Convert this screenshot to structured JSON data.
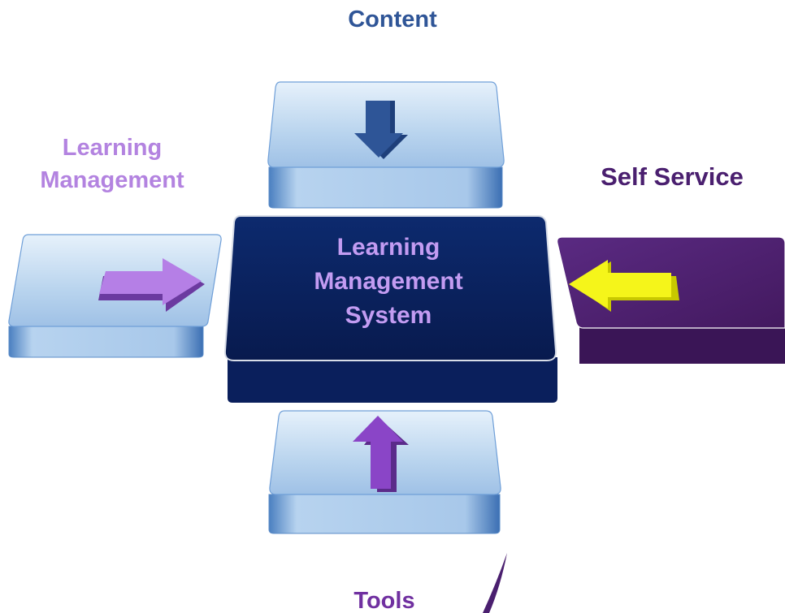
{
  "diagram": {
    "top_label": "Content",
    "left_label_line1": "Learning",
    "left_label_line2": "Management",
    "right_label": "Self Service",
    "bottom_label": "Tools",
    "center_line1": "Learning",
    "center_line2": "Management",
    "center_line3": "System"
  },
  "colors": {
    "content_text": "#2f5597",
    "learning_mgmt_text": "#b383e0",
    "self_service_text": "#4a1f6f",
    "tools_text": "#7030a0",
    "center_block": "#0a1f5c",
    "center_text": "#c39cf2",
    "light_block": "#c5dcf2",
    "purple_block": "#4d2170",
    "arrow_down": "#2e5597",
    "arrow_right": "#b57fe6",
    "arrow_left": "#f5f51a",
    "arrow_up": "#8a45c7"
  },
  "icons": {
    "top": "arrow-down-icon",
    "left": "arrow-right-icon",
    "right": "arrow-left-icon",
    "bottom": "arrow-up-icon"
  }
}
